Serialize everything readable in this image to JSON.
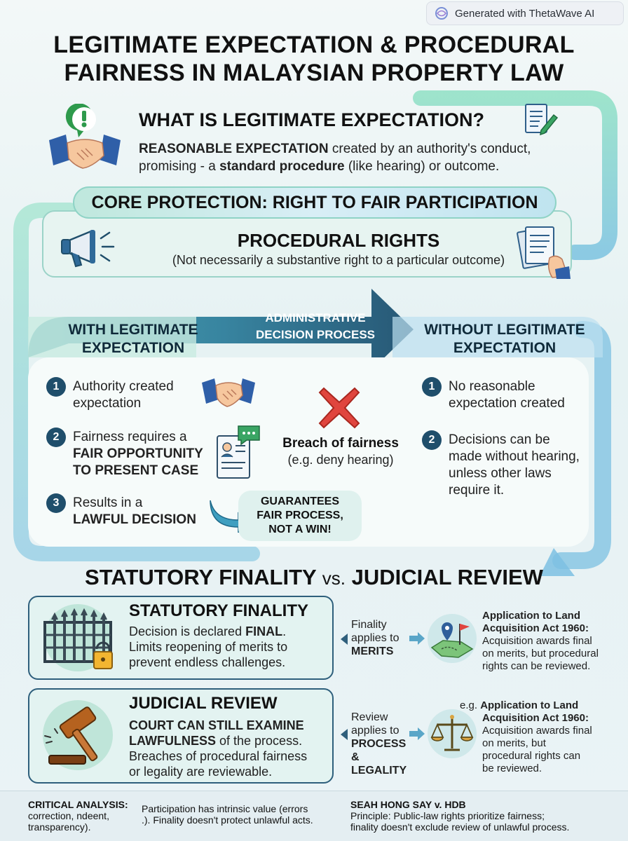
{
  "badge": {
    "label": "Generated with ThetaWave AI"
  },
  "title": {
    "line1": "LEGITIMATE EXPECTATION & PROCEDURAL",
    "line2": "FAIRNESS IN MALAYSIAN PROPERTY LAW"
  },
  "section1": {
    "heading": "WHAT IS LEGITIMATE EXPECTATION?",
    "p1_bold": "REASONABLE EXPECTATION",
    "p1_rest": " created by an authority's conduct,",
    "p2_pre": "promising - a ",
    "p2_bold": "standard procedure",
    "p2_rest": " (like hearing) or outcome."
  },
  "core": {
    "pill": "CORE PROTECTION: RIGHT TO FAIR PARTICIPATION",
    "title": "PROCEDURAL RIGHTS",
    "subtitle": "(Not necessarily a substantive right to a particular outcome)"
  },
  "process": {
    "left_head_1": "WITH LEGITIMATE",
    "left_head_2": "EXPECTATION",
    "center_1": "ADMINISTRATIVE",
    "center_2": "DECISION PROCESS",
    "right_head_1": "WITHOUT LEGITIMATE",
    "right_head_2": "EXPECTATION",
    "left_items": [
      {
        "num": "1",
        "l1": "Authority created",
        "l2": "expectation"
      },
      {
        "num": "2",
        "l1": "Fairness requires a",
        "l2": "FAIR OPPORTUNITY",
        "l3": "TO PRESENT CASE"
      },
      {
        "num": "3",
        "l1": "Results in a",
        "l2": "LAWFUL DECISION"
      }
    ],
    "breach_title": "Breach of fairness",
    "breach_sub": "(e.g. deny hearing)",
    "guarantee_1": "GUARANTEES",
    "guarantee_2": "FAIR PROCESS,",
    "guarantee_3": "NOT A WIN!",
    "right_items": [
      {
        "num": "1",
        "l1": "No reasonable",
        "l2": "expectation created"
      },
      {
        "num": "2",
        "l1": "Decisions can be",
        "l2": "made without hearing,",
        "l3": "unless other laws",
        "l4": "require it."
      }
    ]
  },
  "compare": {
    "head_left": "STATUTORY FINALITY",
    "vs": "vs.",
    "head_right": "JUDICIAL REVIEW",
    "finality": {
      "title": "STATUTORY FINALITY",
      "t1_pre": "Decision is declared ",
      "t1_bold": "FINAL",
      "t1_end": ".",
      "t2": "Limits reopening of merits to",
      "t3": "prevent endless challenges.",
      "mid1": "Finality",
      "mid2": "applies to",
      "mid3": "MERITS",
      "app_h1": "Application to Land",
      "app_h2": "Acquisition Act 1960:",
      "app_1": "Acquisition awards final",
      "app_2": "on merits, but procedural",
      "app_3": "rights can be reviewed."
    },
    "review": {
      "title": "JUDICIAL REVIEW",
      "t1": "COURT CAN STILL EXAMINE",
      "t2_bold": "LAWFULNESS",
      "t2_rest": " of the process.",
      "t3": "Breaches of procedural fairness",
      "t4": "or legality are reviewable.",
      "mid1": "Review",
      "mid2": "applies to",
      "mid3": "PROCESS",
      "mid4": "& LEGALITY",
      "app_eg": "e.g. ",
      "app_h1": "Application to Land",
      "app_h2": "Acquisition Act 1960:",
      "app_1": "Acquisition awards final",
      "app_2": "on merits, but",
      "app_3": "procedural rights can",
      "app_4": "be reviewed."
    }
  },
  "footer": {
    "ca_label": "CRITICAL ANALYSIS:",
    "ca_1": "correction, ndeent,",
    "ca_2": "transparency).",
    "ca_mid_1": "Participation has intrinsic value (errors",
    "ca_mid_2": ".). Finality doesn't protect unlawful acts.",
    "case_title": "SEAH HONG SAY v. HDB",
    "case_1": "Principle: Public-law rights prioritize fairness;",
    "case_2": "finality doesn't exclude review of unlawful process."
  }
}
